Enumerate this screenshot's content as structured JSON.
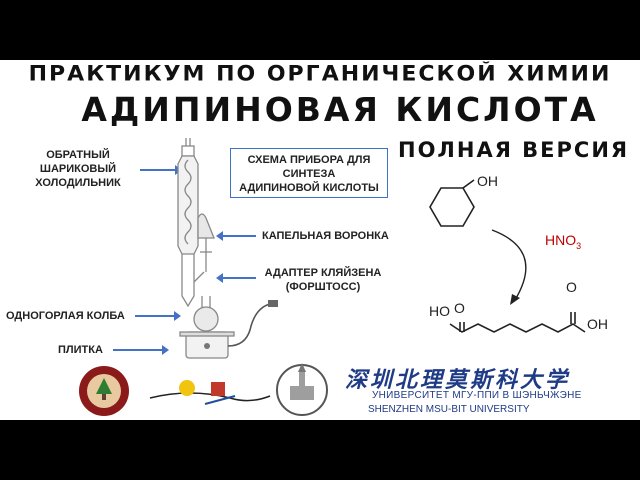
{
  "title": {
    "line1": "ПРАКТИКУМ ПО ОРГАНИЧЕСКОЙ ХИМИИ",
    "line2": "АДИПИНОВАЯ КИСЛОТА",
    "line3": "ПОЛНАЯ ВЕРСИЯ"
  },
  "scheme_box": {
    "line1": "СХЕМА ПРИБОРА ДЛЯ",
    "line2": "СИНТЕЗА",
    "line3": "АДИПИНОВОЙ КИСЛОТЫ"
  },
  "labels": {
    "condenser_1": "ОБРАТНЫЙ",
    "condenser_2": "ШАРИКОВЫЙ",
    "condenser_3": "ХОЛОДИЛЬНИК",
    "funnel": "КАПЕЛЬНАЯ ВОРОНКА",
    "adapter_1": "АДАПТЕР КЛЯЙЗЕНА",
    "adapter_2": "(ФОРШТОСС)",
    "flask": "ОДНОГОРЛАЯ КОЛБА",
    "plate": "ПЛИТКА"
  },
  "reaction": {
    "oh": "OH",
    "reagent": "HNO",
    "reagent_sub": "3",
    "ho_left": "HO",
    "oh_right": "OH",
    "o_left": "O",
    "o_right": "O"
  },
  "university": {
    "chinese": "深圳北理莫斯科大学",
    "russian": "УНИВЕРСИТЕТ МГУ-ППИ В ШЭНЬЧЖЭНЕ",
    "english": "SHENZHEN MSU-BIT UNIVERSITY"
  },
  "colors": {
    "arrow": "#4472c4",
    "reagent": "#c00000",
    "university": "#1f3b86"
  }
}
